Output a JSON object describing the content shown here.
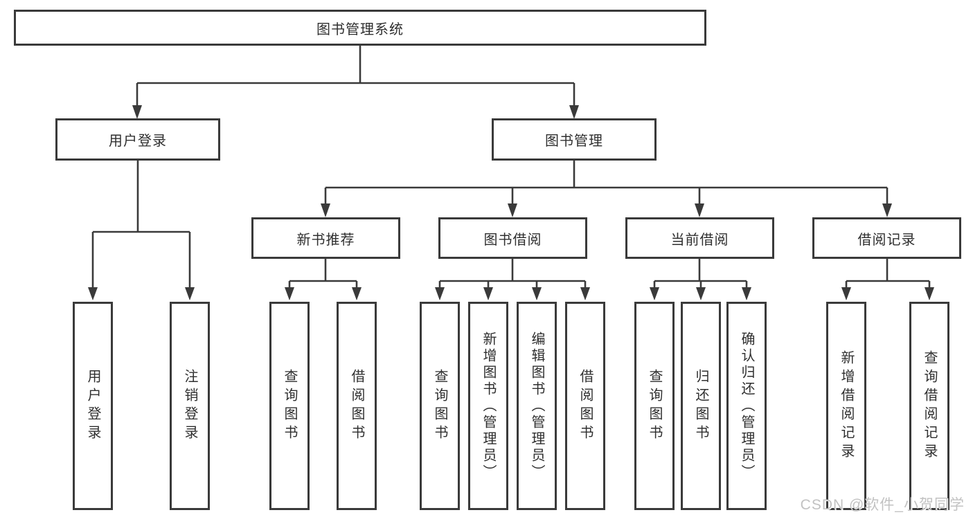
{
  "colors": {
    "line": "#3a3a3a",
    "box_border": "#3a3a3a",
    "text": "#2f2f2f",
    "watermark": "#c2c2c2",
    "background": "#ffffff"
  },
  "root": {
    "label": "图书管理系统"
  },
  "branches": [
    {
      "label": "用户登录",
      "children": [
        {
          "label": "用户登录"
        },
        {
          "label": "注销登录"
        }
      ]
    },
    {
      "label": "图书管理",
      "children": [
        {
          "label": "新书推荐",
          "children": [
            {
              "label": "查询图书"
            },
            {
              "label": "借阅图书"
            }
          ]
        },
        {
          "label": "图书借阅",
          "children": [
            {
              "label": "查询图书"
            },
            {
              "label": "新增图书（管理员）"
            },
            {
              "label": "编辑图书（管理员）"
            },
            {
              "label": "借阅图书"
            }
          ]
        },
        {
          "label": "当前借阅",
          "children": [
            {
              "label": "查询图书"
            },
            {
              "label": "归还图书"
            },
            {
              "label": "确认归还（管理员）"
            }
          ]
        },
        {
          "label": "借阅记录",
          "children": [
            {
              "label": "新增借阅记录"
            },
            {
              "label": "查询借阅记录"
            }
          ]
        }
      ]
    }
  ],
  "watermark": "CSDN @软件_小贺同学"
}
